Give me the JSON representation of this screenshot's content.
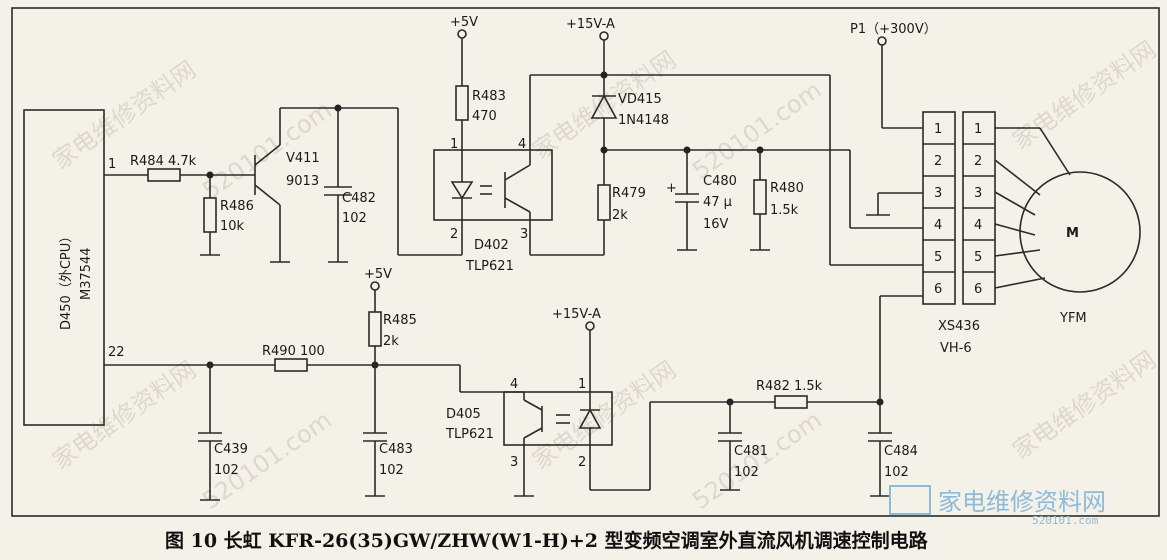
{
  "caption": "图 10  长虹 KFR-26(35)GW/ZHW(W1-H)+2 型变频空调室外直流风机调速控制电路",
  "watermarks": [
    "家电维修资料网",
    "520101.com"
  ],
  "logo": {
    "text": "家电维修资料网",
    "url": "520101.com",
    "color": "#8fbad6"
  },
  "ic": {
    "name": "D450（外CPU）",
    "part": "M37544",
    "pin1": "1",
    "pin22": "22"
  },
  "supplies": {
    "v5a": "+5V",
    "v15a": "+15V-A",
    "v5b": "+5V",
    "v15b": "+15V-A",
    "p1": "P1（+300V）"
  },
  "resistors": {
    "r484": "R484  4.7k",
    "r486": "R486",
    "r486v": "10k",
    "r483": "R483",
    "r483v": "470",
    "r479": "R479",
    "r479v": "2k",
    "r480": "R480",
    "r480v": "1.5k",
    "r485": "R485",
    "r485v": "2k",
    "r490": "R490  100",
    "r482": "R482  1.5k"
  },
  "capacitors": {
    "c482": "C482",
    "c482v": "102",
    "c480": "C480",
    "c480v": "47 μ",
    "c480v2": "16V",
    "c439": "C439",
    "c439v": "102",
    "c483": "C483",
    "c483v": "102",
    "c481": "C481",
    "c481v": "102",
    "c484": "C484",
    "c484v": "102"
  },
  "transistor": {
    "name": "V411",
    "part": "9013"
  },
  "diode": {
    "name": "VD415",
    "part": "1N4148"
  },
  "opto1": {
    "name": "D402",
    "part": "TLP621",
    "p1": "1",
    "p2": "2",
    "p3": "3",
    "p4": "4"
  },
  "opto2": {
    "name": "D405",
    "part": "TLP621",
    "p1": "1",
    "p2": "2",
    "p3": "3",
    "p4": "4"
  },
  "connector": {
    "name": "XS436",
    "type": "VH-6",
    "pins": [
      "1",
      "2",
      "3",
      "4",
      "5",
      "6"
    ]
  },
  "motor": {
    "symbol": "M",
    "name": "YFM"
  }
}
